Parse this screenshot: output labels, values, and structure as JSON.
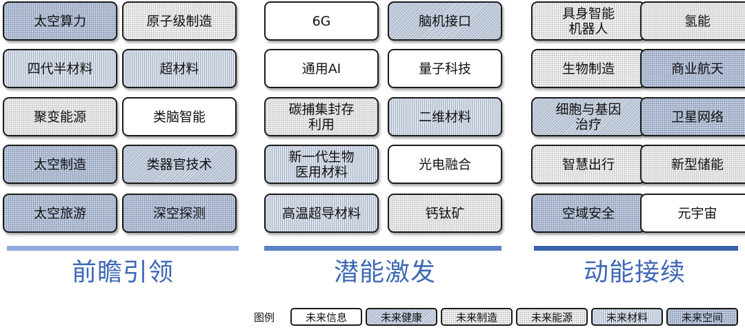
{
  "groups": [
    {
      "label": "前瞻引领",
      "bar_color": "#8faadc",
      "tiles": [
        {
          "text": "太空算力",
          "category": "space"
        },
        {
          "text": "原子级制造",
          "category": "manufacture"
        },
        {
          "text": "四代半材料",
          "category": "material"
        },
        {
          "text": "超材料",
          "category": "material"
        },
        {
          "text": "聚变能源",
          "category": "energy"
        },
        {
          "text": "类脑智能",
          "category": "info"
        },
        {
          "text": "太空制造",
          "category": "space"
        },
        {
          "text": "类器官技术",
          "category": "health"
        },
        {
          "text": "太空旅游",
          "category": "space"
        },
        {
          "text": "深空探测",
          "category": "space"
        }
      ]
    },
    {
      "label": "潜能激发",
      "bar_color": "#5b82c4",
      "tiles": [
        {
          "text": "6G",
          "category": "info"
        },
        {
          "text": "脑机接口",
          "category": "health"
        },
        {
          "text": "通用AI",
          "category": "info"
        },
        {
          "text": "量子科技",
          "category": "info"
        },
        {
          "text": "碳捕集封存\n利用",
          "category": "energy"
        },
        {
          "text": "二维材料",
          "category": "material"
        },
        {
          "text": "新一代生物\n医用材料",
          "category": "material"
        },
        {
          "text": "光电融合",
          "category": "info"
        },
        {
          "text": "高温超导材料",
          "category": "material"
        },
        {
          "text": "钙钛矿",
          "category": "energy"
        }
      ]
    },
    {
      "label": "动能接续",
      "bar_color": "#3a63ab",
      "tiles": [
        {
          "text": "具身智能\n机器人",
          "category": "manufacture"
        },
        {
          "text": "氢能",
          "category": "energy"
        },
        {
          "text": "生物制造",
          "category": "manufacture"
        },
        {
          "text": "商业航天",
          "category": "space"
        },
        {
          "text": "细胞与基因\n治疗",
          "category": "health"
        },
        {
          "text": "卫星网络",
          "category": "space"
        },
        {
          "text": "智慧出行",
          "category": "manufacture"
        },
        {
          "text": "新型储能",
          "category": "energy"
        },
        {
          "text": "空域安全",
          "category": "space"
        },
        {
          "text": "元宇宙",
          "category": "info"
        }
      ]
    }
  ],
  "legend": {
    "title": "图例",
    "items": [
      {
        "label": "未来信息",
        "category": "info"
      },
      {
        "label": "未来健康",
        "category": "health"
      },
      {
        "label": "未来制造",
        "category": "manufacture"
      },
      {
        "label": "未来能源",
        "category": "energy"
      },
      {
        "label": "未来材料",
        "category": "material"
      },
      {
        "label": "未来空间",
        "category": "space"
      }
    ]
  }
}
